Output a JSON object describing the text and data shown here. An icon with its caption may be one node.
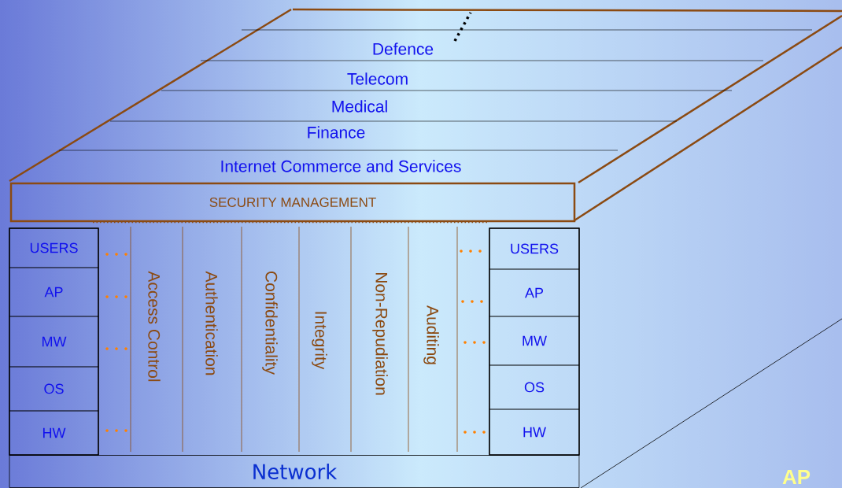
{
  "diagram": {
    "nodes": [
      {
        "text": [
          "Defence"
        ]
      },
      {
        "text": [
          "Telecom"
        ]
      },
      {
        "text": [
          "Medical"
        ]
      },
      {
        "text": [
          "Finance"
        ]
      },
      {
        "text": [
          "Internet Commerce and Services"
        ]
      },
      {
        "text": [
          "SECURITY MANAGEMENT"
        ]
      },
      {
        "text": [],
        "shape": "box"
      },
      {
        "text": [
          "USERS"
        ],
        "in": 6
      },
      {
        "text": [
          "AP"
        ],
        "in": 6
      },
      {
        "text": [
          "MW"
        ],
        "in": 6
      },
      {
        "text": [
          "OS"
        ],
        "in": 6
      },
      {
        "text": [
          "HW"
        ],
        "in": 6
      },
      {
        "text": [
          "Access Control"
        ]
      },
      {
        "text": [
          "Authentication"
        ]
      },
      {
        "text": [
          "Confidentiality"
        ]
      },
      {
        "text": [
          "Integrity"
        ]
      },
      {
        "text": [
          "Non-Repudiation"
        ]
      },
      {
        "text": [
          "Auditing"
        ]
      },
      {
        "text": [],
        "shape": "box"
      },
      {
        "text": [
          "USERS"
        ],
        "in": 18
      },
      {
        "text": [
          "AP"
        ],
        "in": 18
      },
      {
        "text": [
          "MW"
        ],
        "in": 18
      },
      {
        "text": [
          "OS"
        ],
        "in": 18
      },
      {
        "text": [
          "HW"
        ],
        "in": 18
      },
      {
        "text": [
          "Network"
        ]
      }
    ],
    "labels": [
      "AP"
    ]
  }
}
